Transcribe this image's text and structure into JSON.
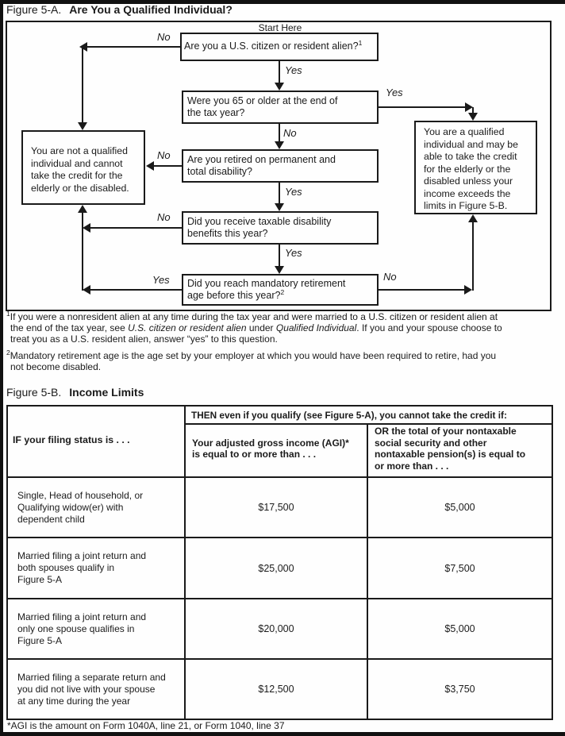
{
  "fig_a": {
    "label": "Figure 5-A.",
    "title": "Are You a Qualified Individual?"
  },
  "flow": {
    "start": "Start Here",
    "yes": "Yes",
    "no": "No",
    "q1": {
      "text": "Are you a U.S. citizen or resident alien?",
      "ref": "1"
    },
    "q2": {
      "lines": [
        "Were you 65 or older at the end of",
        "the tax year?"
      ]
    },
    "q3": {
      "lines": [
        "Are you retired on permanent and",
        "total disability?"
      ]
    },
    "q4": {
      "lines": [
        "Did you receive taxable disability",
        "benefits this year?"
      ]
    },
    "q5": {
      "lines": [
        "Did you reach mandatory retirement",
        "age before this year?"
      ],
      "ref": "2"
    },
    "box_no": {
      "lines": [
        "You are not a qualified",
        "individual and cannot",
        "take the credit for the",
        "elderly or the disabled."
      ]
    },
    "box_yes": {
      "lines": [
        "You are a qualified",
        "individual and may be",
        "able to take the credit",
        "for the elderly or the",
        "disabled unless your",
        "income exceeds the",
        "limits in Figure 5-B."
      ]
    }
  },
  "fn": {
    "fn1": {
      "ref": "1",
      "l1": "If you were a nonresident alien at any time during the tax year and were married to a U.S. citizen or resident alien at",
      "l2_pre": "the end of the tax year, see ",
      "l2_it1": "U.S. citizen or resident alien",
      "l2_mid": " under ",
      "l2_it2": "Qualified Individual",
      "l2_post": ". If you and your spouse choose to",
      "l3": "treat you as a U.S. resident alien, answer “yes” to this question."
    },
    "fn2": {
      "ref": "2",
      "l1": "Mandatory retirement age is the age set by your employer at which you would have been required to retire, had you",
      "l2": "not become disabled."
    }
  },
  "fig_b": {
    "label": "Figure 5-B.",
    "title": "Income Limits"
  },
  "tbl": {
    "if_header": "IF your filing status is . . .",
    "then_header": "THEN even if you qualify (see Figure 5-A), you cannot take the credit if:",
    "agi_lines": [
      "Your adjusted gross income (AGI)*",
      "is equal to or more than . . ."
    ],
    "ss_lines": [
      "OR the total of your nontaxable",
      "social security and other",
      "nontaxable pension(s) is equal to",
      "or more than . . ."
    ],
    "rows": [
      {
        "label_lines": [
          "Single, Head of household, or",
          "Qualifying widow(er) with",
          "dependent child"
        ],
        "agi": "$17,500",
        "ss": "$5,000"
      },
      {
        "label_lines": [
          "Married filing a joint return and",
          "both spouses qualify in",
          "Figure 5-A"
        ],
        "agi": "$25,000",
        "ss": "$7,500"
      },
      {
        "label_lines": [
          "Married filing a joint return and",
          "only one spouse qualifies in",
          "Figure 5-A"
        ],
        "agi": "$20,000",
        "ss": "$5,000"
      },
      {
        "label_lines": [
          "Married filing a separate return and",
          "you did not live with your spouse",
          "at any time during the year"
        ],
        "agi": "$12,500",
        "ss": "$3,750"
      }
    ],
    "agi_note": "*AGI is the amount on Form 1040A, line 21, or Form 1040, line 37"
  }
}
